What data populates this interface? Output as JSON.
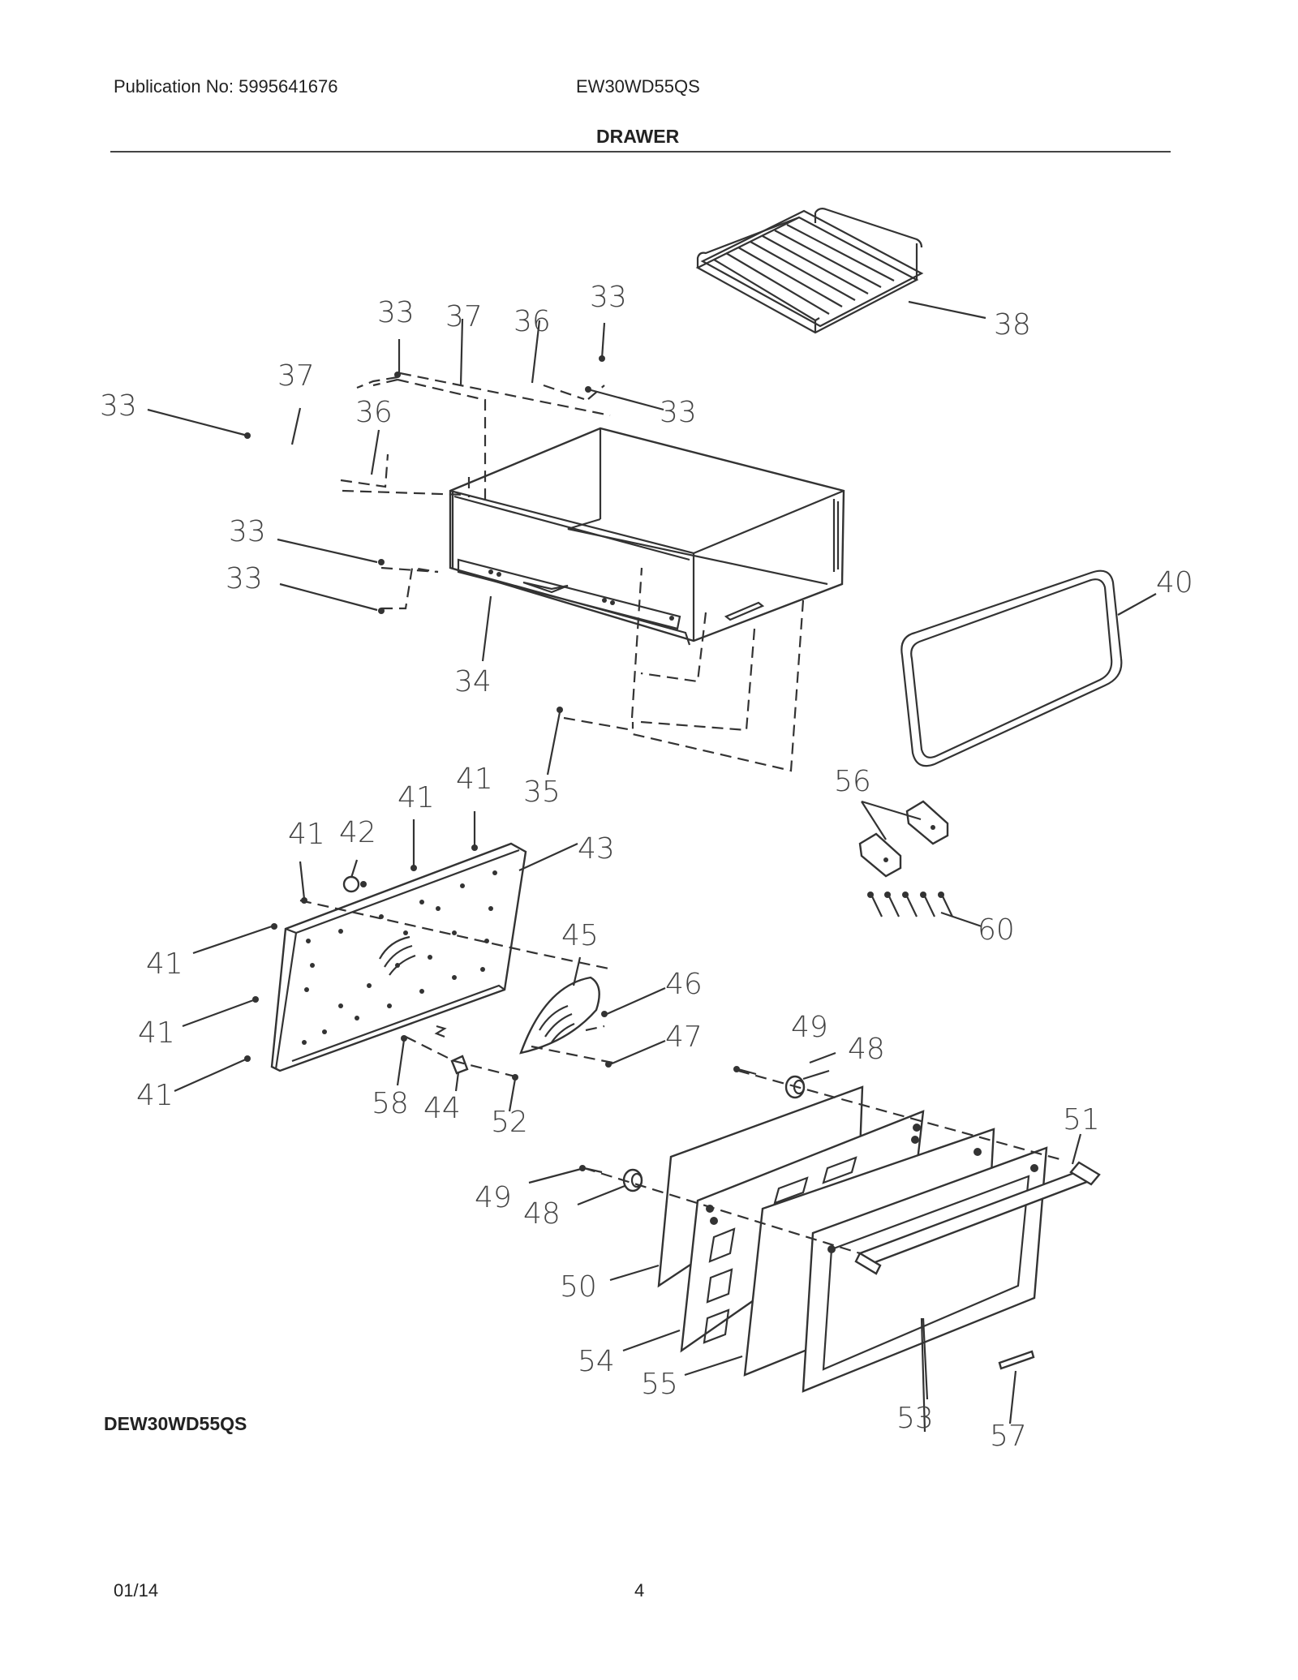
{
  "header": {
    "publication": "Publication No: 5995641676",
    "model": "EW30WD55QS",
    "section_title": "DRAWER"
  },
  "callouts": {
    "c33a": "33",
    "c37a": "37",
    "c36a": "36",
    "c33b": "33",
    "c33c": "33",
    "c37b": "37",
    "c33d": "33",
    "c36b": "36",
    "c33e": "33",
    "c33f": "33",
    "c38": "38",
    "c34": "34",
    "c35": "35",
    "c40": "40",
    "c56": "56",
    "c60": "60",
    "c41a": "41",
    "c42": "42",
    "c41b": "41",
    "c41c": "41",
    "c43": "43",
    "c41d": "41",
    "c41e": "41",
    "c41f": "41",
    "c45": "45",
    "c46": "46",
    "c47": "47",
    "c58": "58",
    "c44": "44",
    "c52": "52",
    "c49a": "49",
    "c48a": "48",
    "c49b": "49",
    "c48b": "48",
    "c51": "51",
    "c50": "50",
    "c54": "54",
    "c55": "55",
    "c53": "53",
    "c57": "57"
  },
  "footer": {
    "variant": "DEW30WD55QS",
    "date": "01/14",
    "page": "4"
  }
}
